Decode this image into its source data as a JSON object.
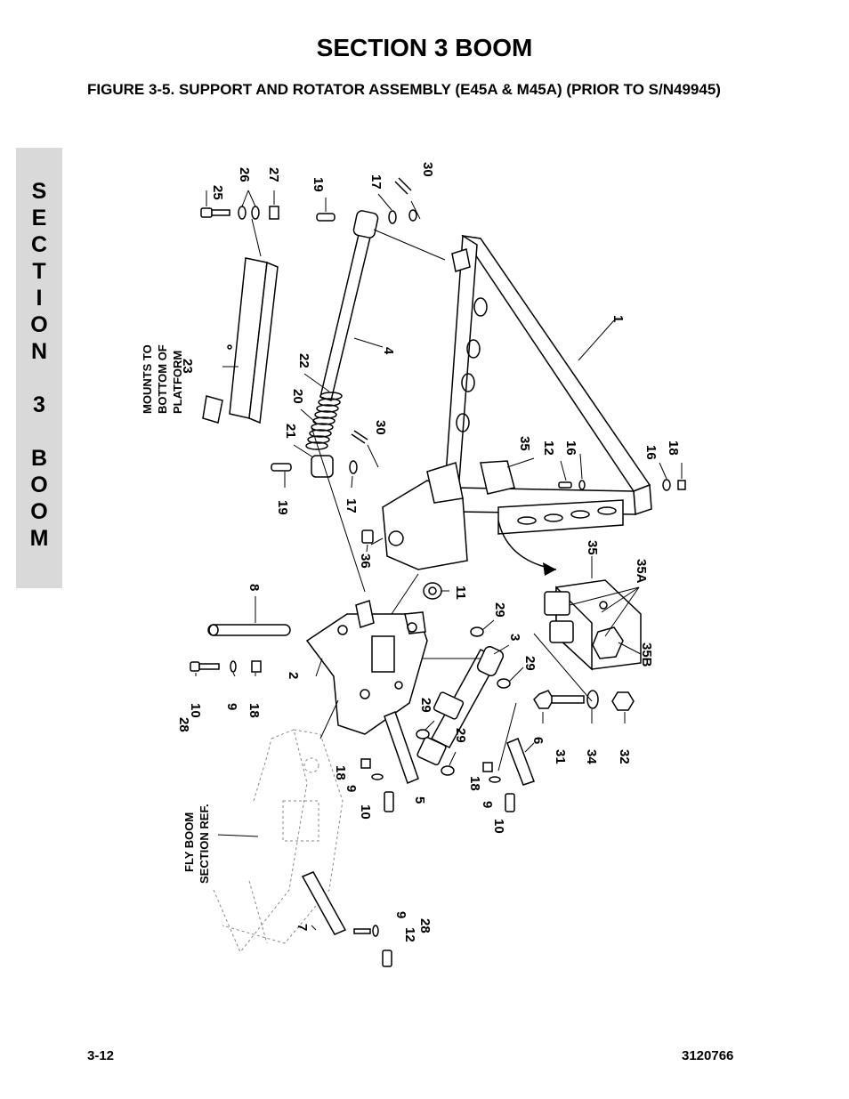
{
  "header": {
    "section_title": "SECTION 3  BOOM",
    "figure_title": "FIGURE 3-5.    SUPPORT AND ROTATOR ASSEMBLY (E45A & M45A) (PRIOR TO S/N49945)"
  },
  "side_tab": {
    "letters": [
      "S",
      "E",
      "C",
      "T",
      "I",
      "O",
      "N",
      "",
      "3",
      "",
      "B",
      "O",
      "O",
      "M"
    ]
  },
  "diagram": {
    "notes": {
      "mounts_line1": "MOUNTS TO",
      "mounts_line2": "BOTTOM OF",
      "mounts_line3": "PLATFORM",
      "fly_line1": "FLY BOOM",
      "fly_line2": "SECTION REF."
    },
    "callouts": {
      "c25": "25",
      "c26": "26",
      "c27": "27",
      "c19a": "19",
      "c17a": "17",
      "c30a": "30",
      "c1": "1",
      "c4": "4",
      "c22": "22",
      "c23": "23",
      "c20": "20",
      "c21": "21",
      "c30b": "30",
      "c19b": "19",
      "c17b": "17",
      "c35a": "35",
      "c12a": "12",
      "c16a": "16",
      "c16b": "16",
      "c18a": "18",
      "c36": "36",
      "c8": "8",
      "c11": "11",
      "c35b": "35",
      "c35A": "35A",
      "c2": "2",
      "c29a": "29",
      "c3": "3",
      "c29b": "29",
      "c35B": "35B",
      "c28a": "28",
      "c10a": "10",
      "c9a": "9",
      "c18b": "18",
      "c29c": "29",
      "c29d": "29",
      "c6": "6",
      "c31": "31",
      "c34": "34",
      "c32": "32",
      "c18c": "18",
      "c9b": "9",
      "c10b": "10",
      "c5": "5",
      "c18d": "18",
      "c9c": "9",
      "c10c": "10",
      "c7": "7",
      "c9d": "9",
      "c12b": "12",
      "c28b": "28"
    }
  },
  "footer": {
    "page_number": "3-12",
    "doc_number": "3120766"
  }
}
